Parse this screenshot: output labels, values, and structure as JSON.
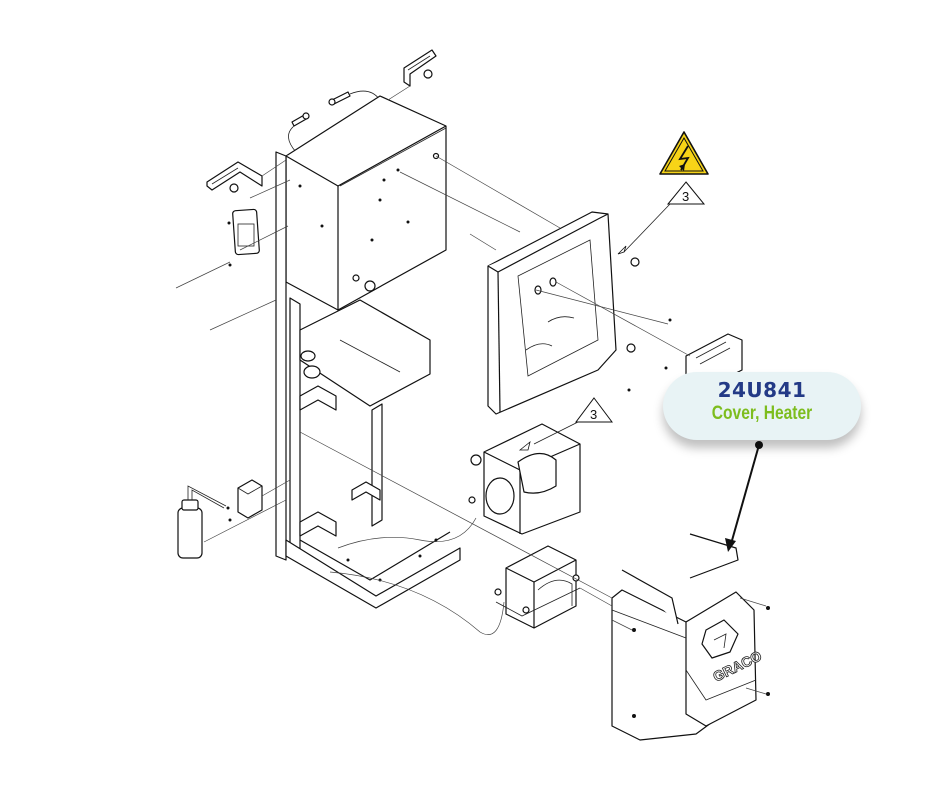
{
  "diagram": {
    "type": "exploded-parts-diagram",
    "callout": {
      "part_number": "24U841",
      "description": "Cover, Heater",
      "colors": {
        "background": "#e8f3f5",
        "part_number": "#233a86",
        "description": "#7dbd1e"
      }
    },
    "reference_markers": [
      {
        "label": "3",
        "target": "electrical-enclosure-mount-screw"
      },
      {
        "label": "3",
        "target": "heater-assembly"
      }
    ],
    "warning_symbol": {
      "name": "electrical-shock-hazard",
      "color": "#f7d417"
    },
    "cover_logo_text": "GRACO",
    "components": [
      "electrical-enclosure",
      "mounting-bracket-left",
      "mounting-bracket-right",
      "mounting-bolt-left",
      "mounting-bolt-right",
      "switch-module",
      "front-panel",
      "control-module",
      "heater-assembly",
      "transformer",
      "heater-cover",
      "frame-stand",
      "lubricant-bottle",
      "bottle-holder-bracket"
    ]
  }
}
